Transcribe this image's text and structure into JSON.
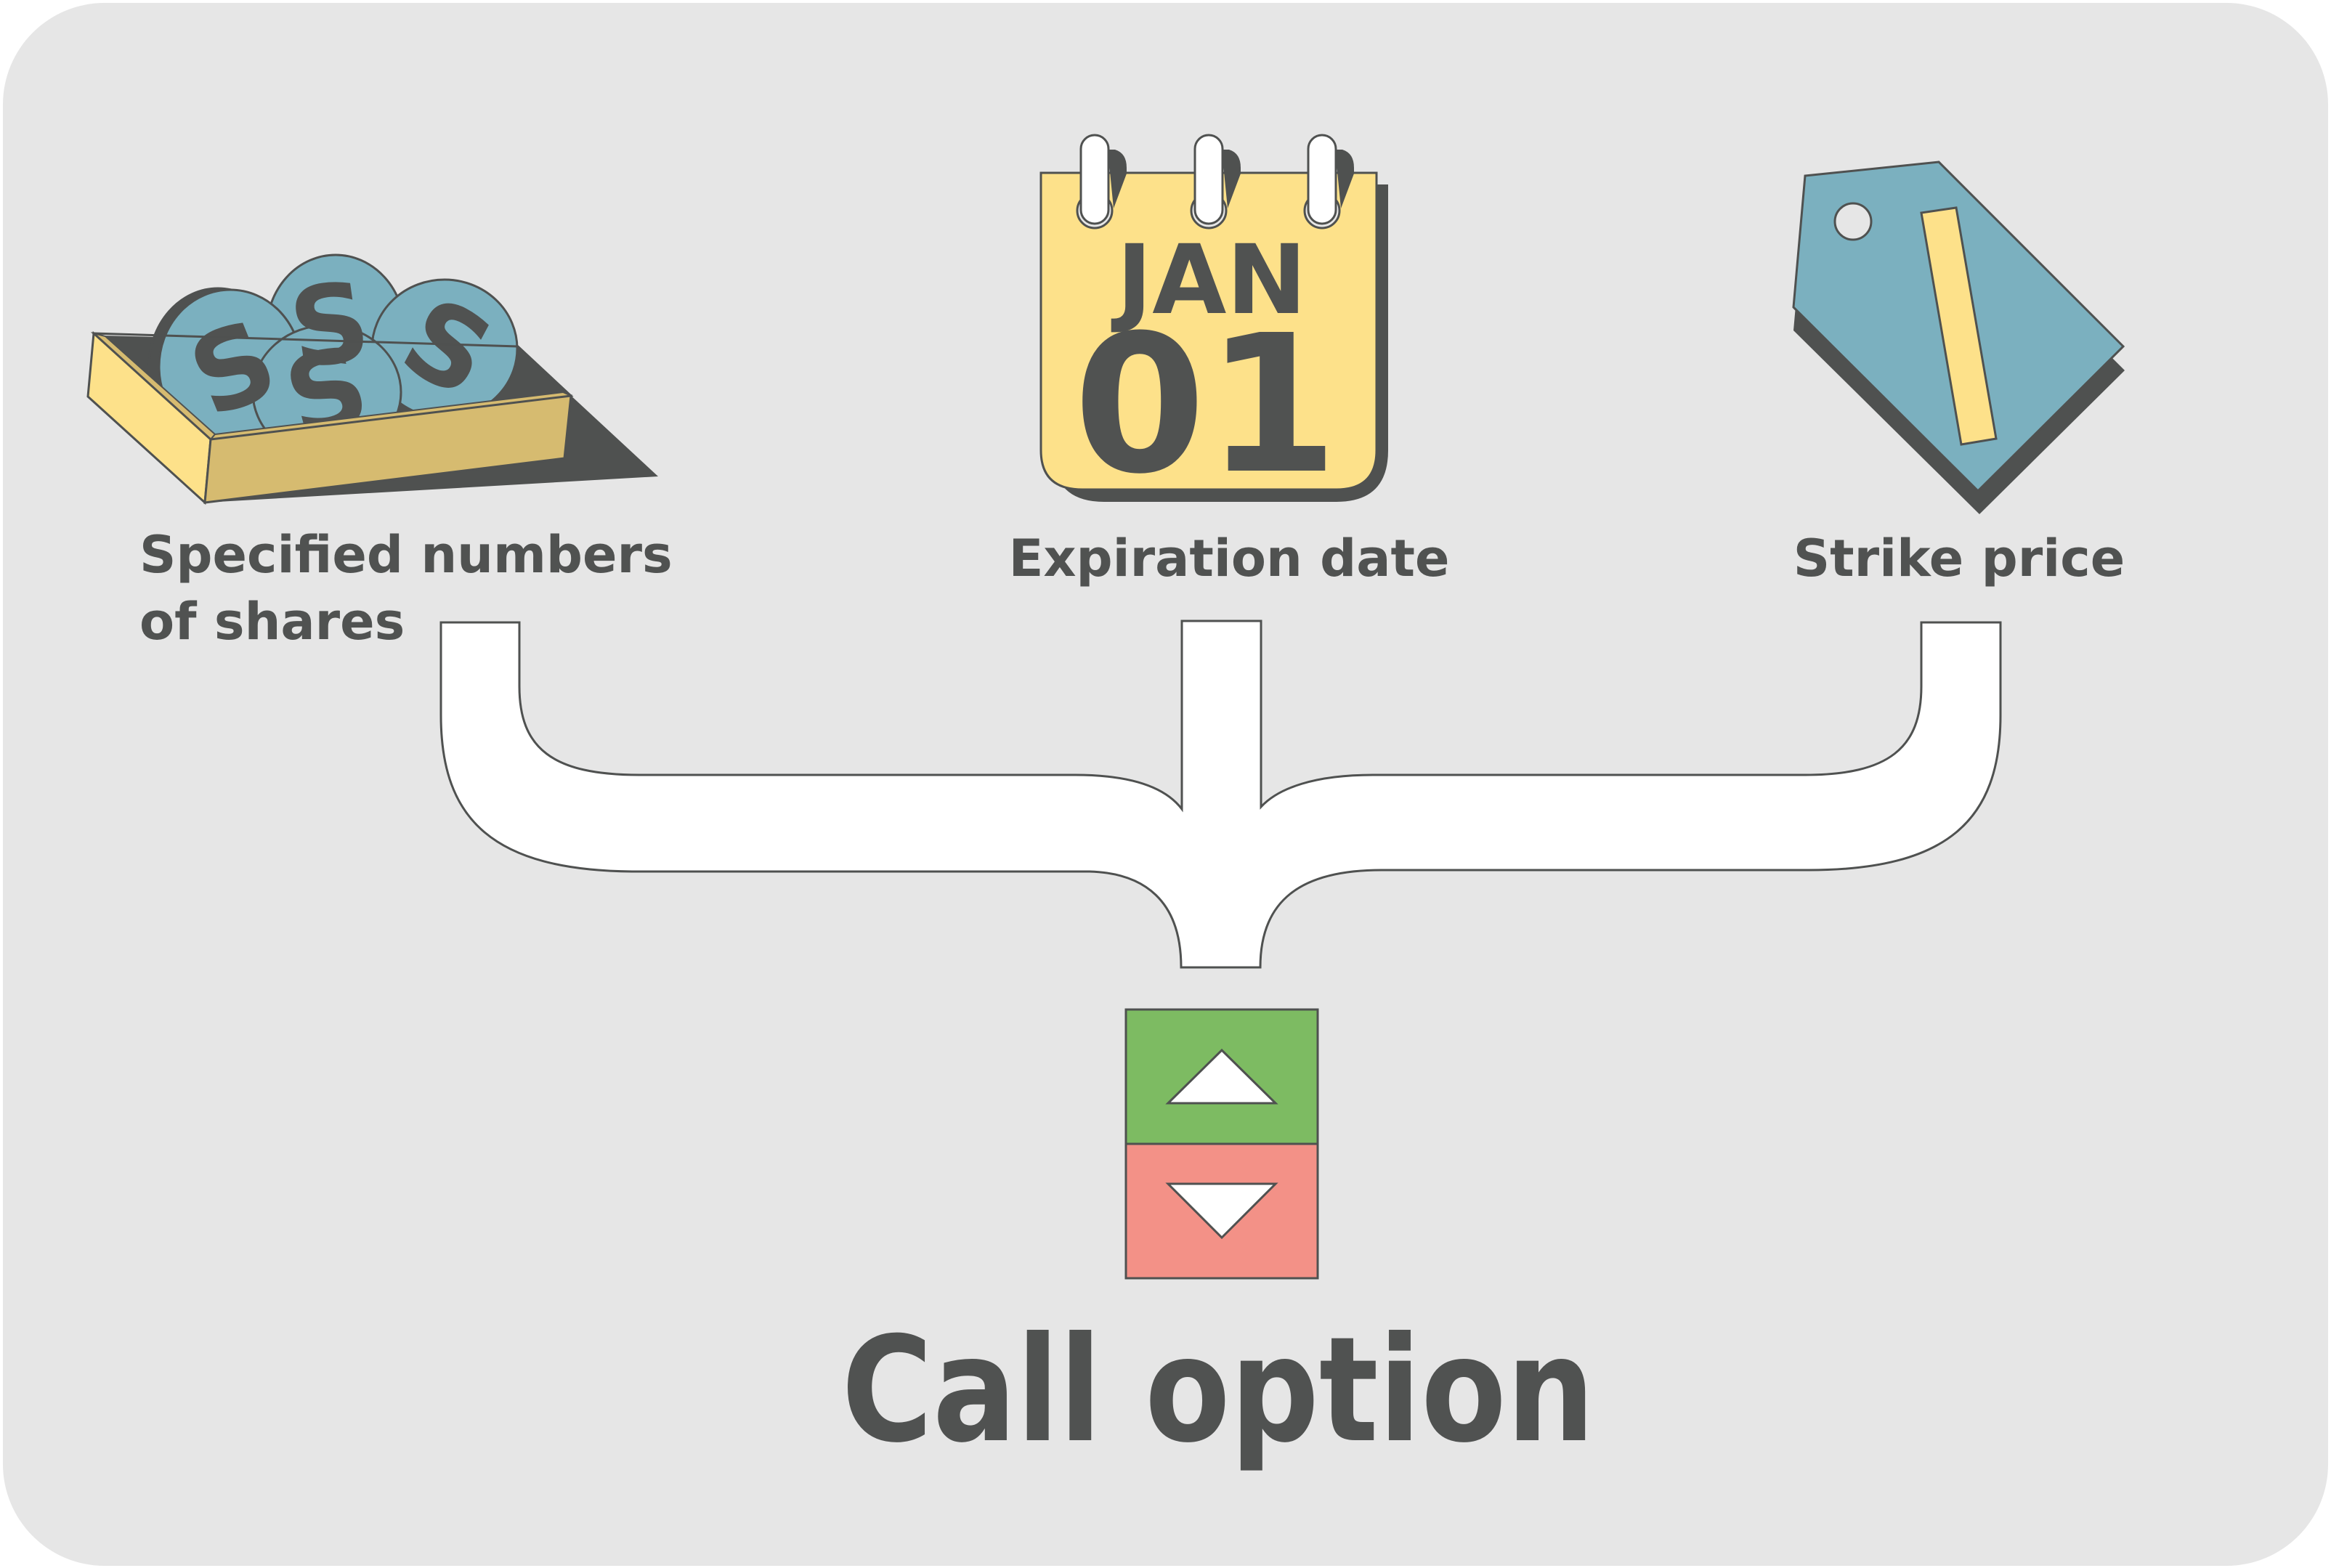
{
  "diagram": {
    "title": "Call option",
    "components": [
      {
        "id": "shares",
        "label_line1": "Specified numbers",
        "label_line2": "of shares",
        "icon": "coins-in-box-icon"
      },
      {
        "id": "expiration",
        "label": "Expiration date",
        "icon": "calendar-icon",
        "calendar_month": "JAN",
        "calendar_day": "01"
      },
      {
        "id": "strike",
        "label": "Strike price",
        "icon": "price-tag-icon"
      }
    ],
    "coin_symbol": "S",
    "connector": "curly-brace-merge",
    "indicator": {
      "up_label": "up",
      "down_label": "down"
    }
  },
  "colors": {
    "panel_background": "#e6e6e6",
    "text_dark": "#505251",
    "outline": "#4f5150",
    "coin_blue": "#7bb0bf",
    "box_yellow_light": "#fde18a",
    "box_yellow_dark": "#d6bb70",
    "calendar_yellow": "#fde18a",
    "tag_blue": "#7bb0bf",
    "up_green": "#7dbb62",
    "down_red": "#f39187",
    "brace_white": "#ffffff"
  }
}
